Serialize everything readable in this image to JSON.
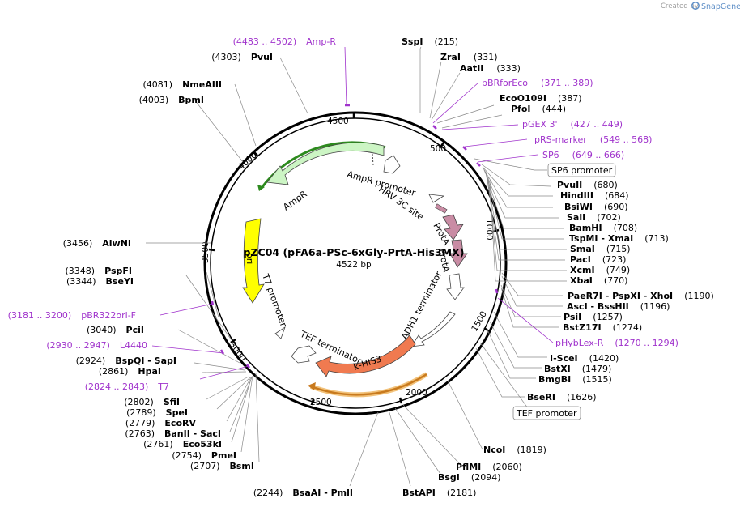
{
  "branding": {
    "created_by": "Created by",
    "name": "SnapGene"
  },
  "plasmid": {
    "name": "pZC04 (pFA6a-PSc-6xGly-PrtA-His3MX)",
    "length": "4522 bp"
  },
  "ticks": [
    "500",
    "1000",
    "1500",
    "2000",
    "2500",
    "3000",
    "3500",
    "4000",
    "4500"
  ],
  "features": [
    {
      "label": "AmpR promoter"
    },
    {
      "label": "AmpR"
    },
    {
      "label": "HRV 3C site"
    },
    {
      "label": "ProtA"
    },
    {
      "label": "ProtA"
    },
    {
      "label": "ADH1 terminator"
    },
    {
      "label": "k-HIS3"
    },
    {
      "label": "TEF terminator"
    },
    {
      "label": "T7 promoter"
    },
    {
      "label": "ori"
    }
  ],
  "boxed_labels": [
    {
      "label": "SP6 promoter"
    },
    {
      "label": "TEF promoter"
    }
  ],
  "sites": [
    {
      "name": "SspI",
      "pos": "(215)"
    },
    {
      "name": "ZraI",
      "pos": "(331)"
    },
    {
      "name": "AatII",
      "pos": "(333)"
    },
    {
      "name": "pBRforEco",
      "pos": "(371 .. 389)"
    },
    {
      "name": "EcoO109I",
      "pos": "(387)"
    },
    {
      "name": "PfoI",
      "pos": "(444)"
    },
    {
      "name": "pGEX 3'",
      "pos": "(427 .. 449)"
    },
    {
      "name": "pRS-marker",
      "pos": "(549 .. 568)"
    },
    {
      "name": "SP6",
      "pos": "(649 .. 666)"
    },
    {
      "name": "PvuII",
      "pos": "(680)"
    },
    {
      "name": "HindIII",
      "pos": "(684)"
    },
    {
      "name": "BsiWI",
      "pos": "(690)"
    },
    {
      "name": "SalI",
      "pos": "(702)"
    },
    {
      "name": "BamHI",
      "pos": "(708)"
    },
    {
      "name": "TspMI - XmaI",
      "pos": "(713)"
    },
    {
      "name": "SmaI",
      "pos": "(715)"
    },
    {
      "name": "PacI",
      "pos": "(723)"
    },
    {
      "name": "XcmI",
      "pos": "(749)"
    },
    {
      "name": "XbaI",
      "pos": "(770)"
    },
    {
      "name": "PaeR7I - PspXI - XhoI",
      "pos": "(1190)"
    },
    {
      "name": "AscI - BssHII",
      "pos": "(1196)"
    },
    {
      "name": "PsiI",
      "pos": "(1257)"
    },
    {
      "name": "BstZ17I",
      "pos": "(1274)"
    },
    {
      "name": "pHybLex-R",
      "pos": "(1270 .. 1294)"
    },
    {
      "name": "I-SceI",
      "pos": "(1420)"
    },
    {
      "name": "BstXI",
      "pos": "(1479)"
    },
    {
      "name": "BmgBI",
      "pos": "(1515)"
    },
    {
      "name": "BseRI",
      "pos": "(1626)"
    },
    {
      "name": "NcoI",
      "pos": "(1819)"
    },
    {
      "name": "PflMI",
      "pos": "(2060)"
    },
    {
      "name": "BsgI",
      "pos": "(2094)"
    },
    {
      "name": "BstAPI",
      "pos": "(2181)"
    },
    {
      "name": "BsaAI - PmlI",
      "pos": "(2244)"
    },
    {
      "name": "BsmI",
      "pos": "(2707)"
    },
    {
      "name": "PmeI",
      "pos": "(2754)"
    },
    {
      "name": "Eco53kI",
      "pos": "(2761)"
    },
    {
      "name": "BanII - SacI",
      "pos": "(2763)"
    },
    {
      "name": "EcoRV",
      "pos": "(2779)"
    },
    {
      "name": "SpeI",
      "pos": "(2789)"
    },
    {
      "name": "SfiI",
      "pos": "(2802)"
    },
    {
      "name": "T7",
      "pos": "(2824 .. 2843)"
    },
    {
      "name": "HpaI",
      "pos": "(2861)"
    },
    {
      "name": "BspQI - SapI",
      "pos": "(2924)"
    },
    {
      "name": "L4440",
      "pos": "(2930 .. 2947)"
    },
    {
      "name": "PciI",
      "pos": "(3040)"
    },
    {
      "name": "pBR322ori-F",
      "pos": "(3181 .. 3200)"
    },
    {
      "name": "BseYI",
      "pos": "(3344)"
    },
    {
      "name": "PspFI",
      "pos": "(3348)"
    },
    {
      "name": "AlwNI",
      "pos": "(3456)"
    },
    {
      "name": "BpmI",
      "pos": "(4003)"
    },
    {
      "name": "NmeAIII",
      "pos": "(4081)"
    },
    {
      "name": "PvuI",
      "pos": "(4303)"
    },
    {
      "name": "Amp-R",
      "pos": "(4483 .. 4502)"
    }
  ],
  "colors": {
    "enzyme_text": "#000000",
    "primer_text": "#a033cc",
    "ampr": "#ccf5c4",
    "ampr_promoter": "#ffffff",
    "prota": "#c98ca4",
    "his3": "#f07a50",
    "ori": "#ffff00",
    "terminator": "#ffffff",
    "backbone": "#000000",
    "orf_arc_green": "#2d8a1e",
    "orf_arc_orange": "#c87a1e"
  }
}
